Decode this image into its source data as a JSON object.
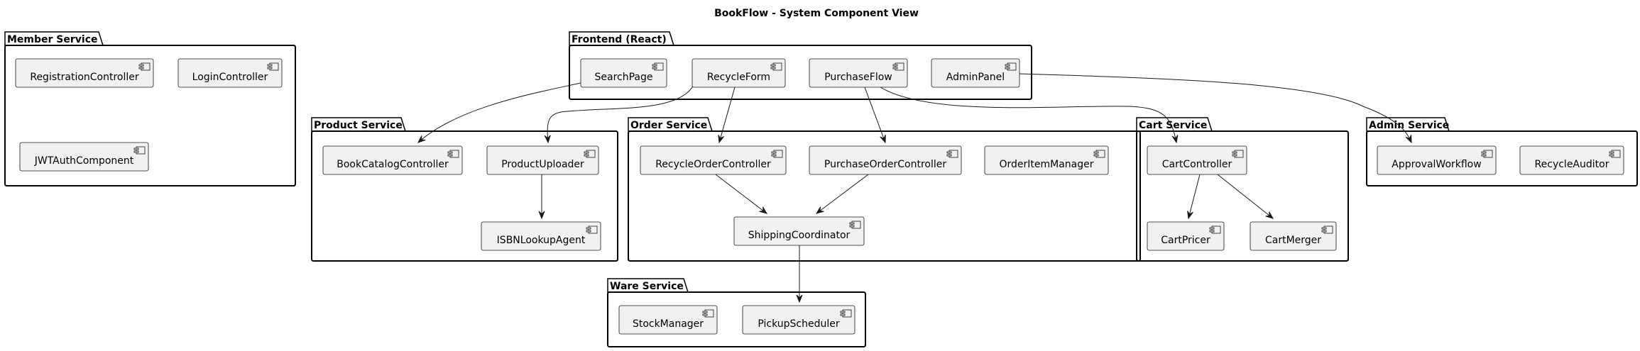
{
  "title": "BookFlow - System Component View",
  "packages": [
    {
      "id": "member",
      "label": "Member Service"
    },
    {
      "id": "frontend",
      "label": "Frontend (React)"
    },
    {
      "id": "product",
      "label": "Product Service"
    },
    {
      "id": "order",
      "label": "Order Service"
    },
    {
      "id": "cart",
      "label": "Cart Service"
    },
    {
      "id": "admin",
      "label": "Admin Service"
    },
    {
      "id": "ware",
      "label": "Ware Service"
    }
  ],
  "components": [
    {
      "id": "RegistrationController",
      "label": "RegistrationController",
      "package": "member"
    },
    {
      "id": "LoginController",
      "label": "LoginController",
      "package": "member"
    },
    {
      "id": "JWTAuthComponent",
      "label": "JWTAuthComponent",
      "package": "member"
    },
    {
      "id": "SearchPage",
      "label": "SearchPage",
      "package": "frontend"
    },
    {
      "id": "RecycleForm",
      "label": "RecycleForm",
      "package": "frontend"
    },
    {
      "id": "PurchaseFlow",
      "label": "PurchaseFlow",
      "package": "frontend"
    },
    {
      "id": "AdminPanel",
      "label": "AdminPanel",
      "package": "frontend"
    },
    {
      "id": "BookCatalogController",
      "label": "BookCatalogController",
      "package": "product"
    },
    {
      "id": "ProductUploader",
      "label": "ProductUploader",
      "package": "product"
    },
    {
      "id": "ISBNLookupAgent",
      "label": "ISBNLookupAgent",
      "package": "product"
    },
    {
      "id": "RecycleOrderController",
      "label": "RecycleOrderController",
      "package": "order"
    },
    {
      "id": "PurchaseOrderController",
      "label": "PurchaseOrderController",
      "package": "order"
    },
    {
      "id": "OrderItemManager",
      "label": "OrderItemManager",
      "package": "order"
    },
    {
      "id": "ShippingCoordinator",
      "label": "ShippingCoordinator",
      "package": "order"
    },
    {
      "id": "CartController",
      "label": "CartController",
      "package": "cart"
    },
    {
      "id": "CartPricer",
      "label": "CartPricer",
      "package": "cart"
    },
    {
      "id": "CartMerger",
      "label": "CartMerger",
      "package": "cart"
    },
    {
      "id": "ApprovalWorkflow",
      "label": "ApprovalWorkflow",
      "package": "admin"
    },
    {
      "id": "RecycleAuditor",
      "label": "RecycleAuditor",
      "package": "admin"
    },
    {
      "id": "StockManager",
      "label": "StockManager",
      "package": "ware"
    },
    {
      "id": "PickupScheduler",
      "label": "PickupScheduler",
      "package": "ware"
    }
  ],
  "edges": [
    {
      "from": "SearchPage",
      "to": "BookCatalogController"
    },
    {
      "from": "RecycleForm",
      "to": "ProductUploader"
    },
    {
      "from": "RecycleForm",
      "to": "RecycleOrderController"
    },
    {
      "from": "PurchaseFlow",
      "to": "PurchaseOrderController"
    },
    {
      "from": "PurchaseFlow",
      "to": "CartController"
    },
    {
      "from": "AdminPanel",
      "to": "ApprovalWorkflow"
    },
    {
      "from": "ProductUploader",
      "to": "ISBNLookupAgent"
    },
    {
      "from": "RecycleOrderController",
      "to": "ShippingCoordinator"
    },
    {
      "from": "PurchaseOrderController",
      "to": "ShippingCoordinator"
    },
    {
      "from": "CartController",
      "to": "CartPricer"
    },
    {
      "from": "CartController",
      "to": "CartMerger"
    },
    {
      "from": "ShippingCoordinator",
      "to": "PickupScheduler"
    }
  ]
}
